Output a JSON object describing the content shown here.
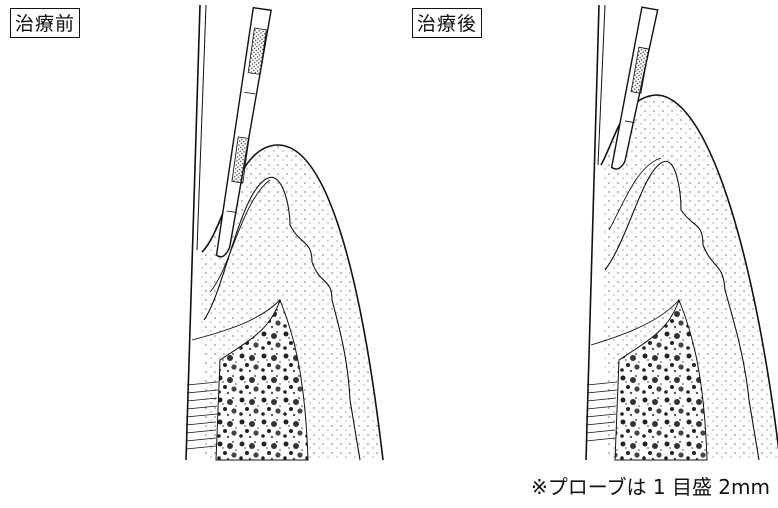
{
  "panels": {
    "before": {
      "label": "治療前"
    },
    "after": {
      "label": "治療後"
    }
  },
  "footnote": "※プローブは 1 目盛 2mm",
  "colors": {
    "line": "#111111",
    "background": "#ffffff"
  }
}
